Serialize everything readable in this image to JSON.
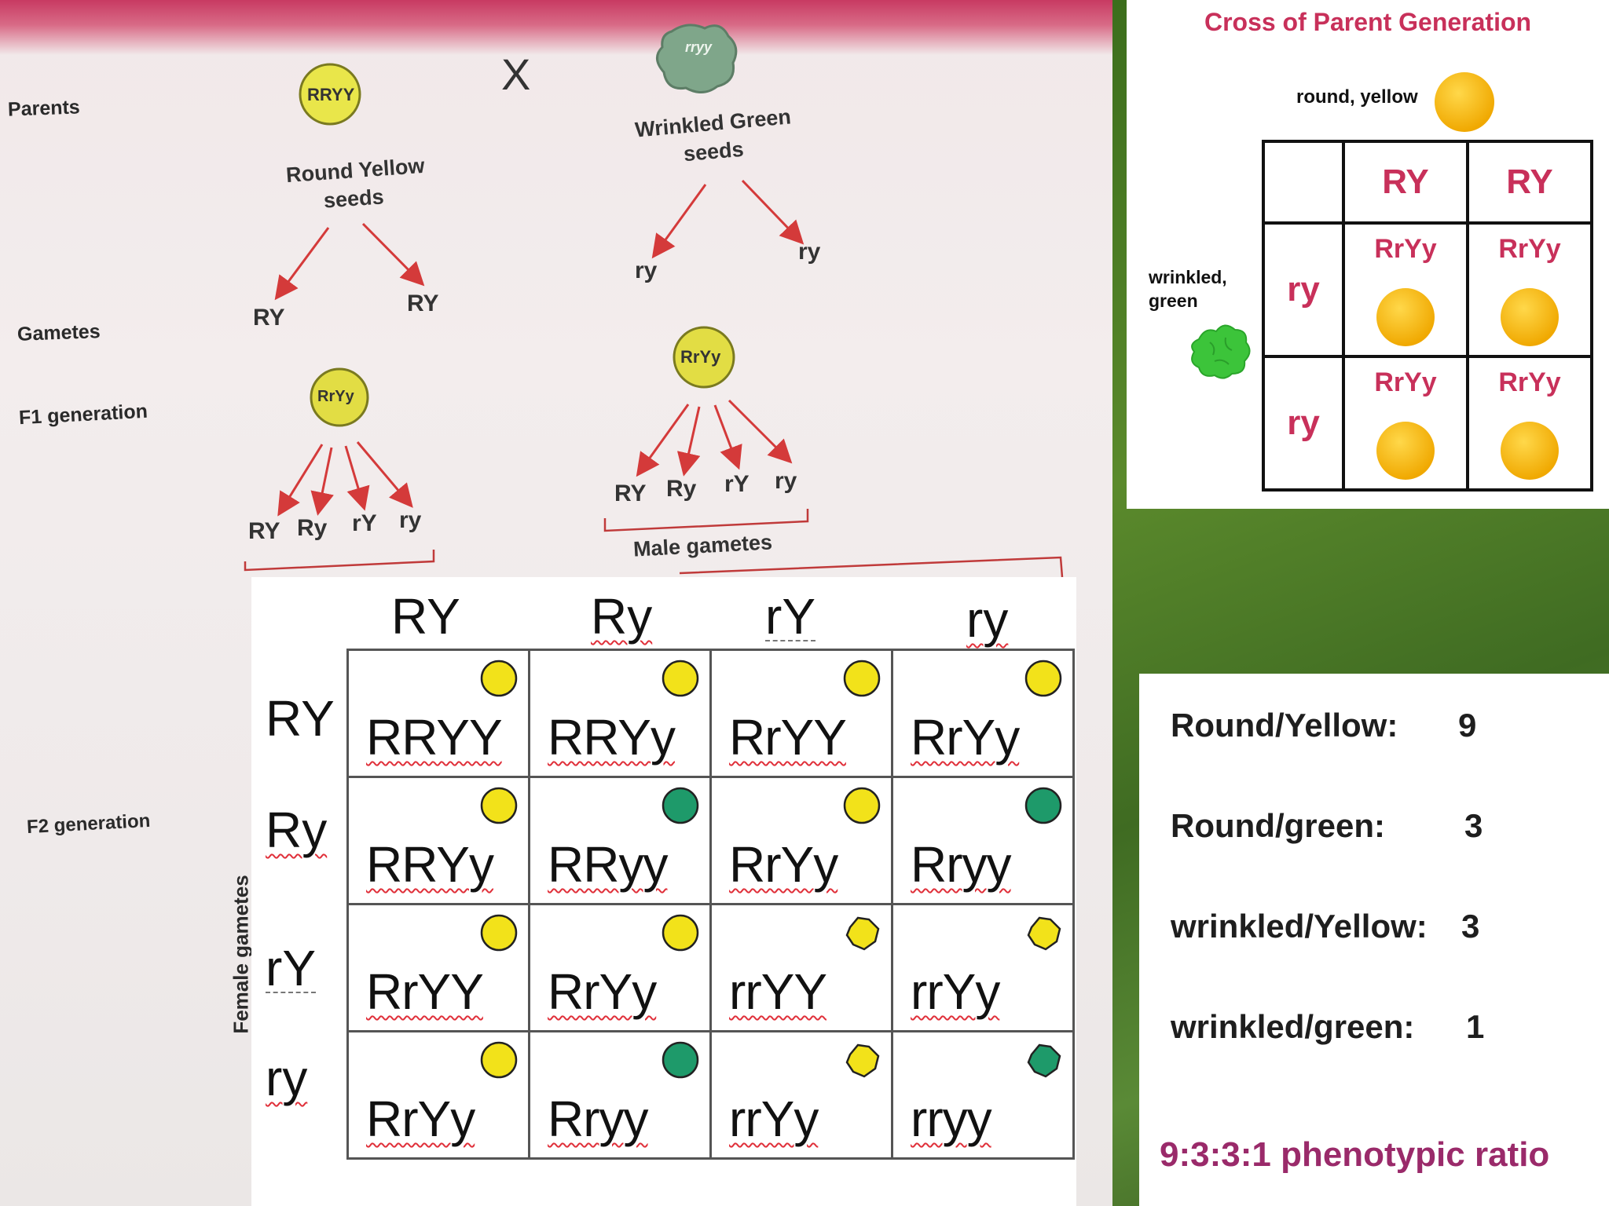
{
  "textbook": {
    "row_labels": {
      "parents": "Parents",
      "gametes": "Gametes",
      "f1": "F1 generation",
      "f2": "F2 generation",
      "female_gametes": "Female gametes"
    },
    "cross_symbol": "X",
    "parent_left": {
      "genotype": "RRYY",
      "desc_line1": "Round Yellow",
      "desc_line2": "seeds",
      "gametes": [
        "RY",
        "RY"
      ]
    },
    "parent_right": {
      "genotype": "rryy",
      "desc_line1": "Wrinkled Green",
      "desc_line2": "seeds",
      "gametes": [
        "ry",
        "ry"
      ]
    },
    "f1_left": {
      "genotype": "RrYy",
      "gametes": [
        "RY",
        "Ry",
        "rY",
        "ry"
      ]
    },
    "f1_right": {
      "genotype": "RrYy",
      "gametes": [
        "RY",
        "Ry",
        "rY",
        "ry"
      ],
      "label": "Male gametes"
    }
  },
  "f2_punnett": {
    "col_headers": [
      "RY",
      "Ry",
      "rY",
      "ry"
    ],
    "row_headers": [
      "RY",
      "Ry",
      "rY",
      "ry"
    ],
    "cells": [
      [
        {
          "g": "RRYY",
          "s": "round",
          "c": "yellow"
        },
        {
          "g": "RRYy",
          "s": "round",
          "c": "yellow"
        },
        {
          "g": "RrYY",
          "s": "round",
          "c": "yellow"
        },
        {
          "g": "RrYy",
          "s": "round",
          "c": "yellow"
        }
      ],
      [
        {
          "g": "RRYy",
          "s": "round",
          "c": "yellow"
        },
        {
          "g": "RRyy",
          "s": "round",
          "c": "green"
        },
        {
          "g": "RrYy",
          "s": "round",
          "c": "yellow"
        },
        {
          "g": "Rryy",
          "s": "round",
          "c": "green"
        }
      ],
      [
        {
          "g": "RrYY",
          "s": "round",
          "c": "yellow"
        },
        {
          "g": "RrYy",
          "s": "round",
          "c": "yellow"
        },
        {
          "g": "rrYY",
          "s": "wrinkled",
          "c": "yellow"
        },
        {
          "g": "rrYy",
          "s": "wrinkled",
          "c": "yellow"
        }
      ],
      [
        {
          "g": "RrYy",
          "s": "round",
          "c": "yellow"
        },
        {
          "g": "Rryy",
          "s": "round",
          "c": "green"
        },
        {
          "g": "rrYy",
          "s": "wrinkled",
          "c": "yellow"
        },
        {
          "g": "rryy",
          "s": "wrinkled",
          "c": "green"
        }
      ]
    ]
  },
  "parent_cross": {
    "title": "Cross of Parent Generation",
    "top_parent_label": "round, yellow",
    "left_parent_label_line1": "wrinkled,",
    "left_parent_label_line2": "green",
    "col_headers": [
      "RY",
      "RY"
    ],
    "row_headers": [
      "ry",
      "ry"
    ],
    "cells": [
      [
        "RrYy",
        "RrYy"
      ],
      [
        "RrYy",
        "RrYy"
      ]
    ]
  },
  "ratio": {
    "items": [
      {
        "label": "Round/Yellow:",
        "value": "9"
      },
      {
        "label": "Round/green:",
        "value": "3"
      },
      {
        "label": "wrinkled/Yellow:",
        "value": "3"
      },
      {
        "label": "wrinkled/green:",
        "value": "1"
      }
    ],
    "caption": "9:3:3:1 phenotypic ratio"
  },
  "colors": {
    "seed_yellow": "#f2e21a",
    "seed_green": "#1e9a6a",
    "ball_yellow": "#f5b800",
    "wrinkled_green": "#3cc43a",
    "accent_pink": "#c8305a",
    "arrow_red": "#d43a3a"
  }
}
